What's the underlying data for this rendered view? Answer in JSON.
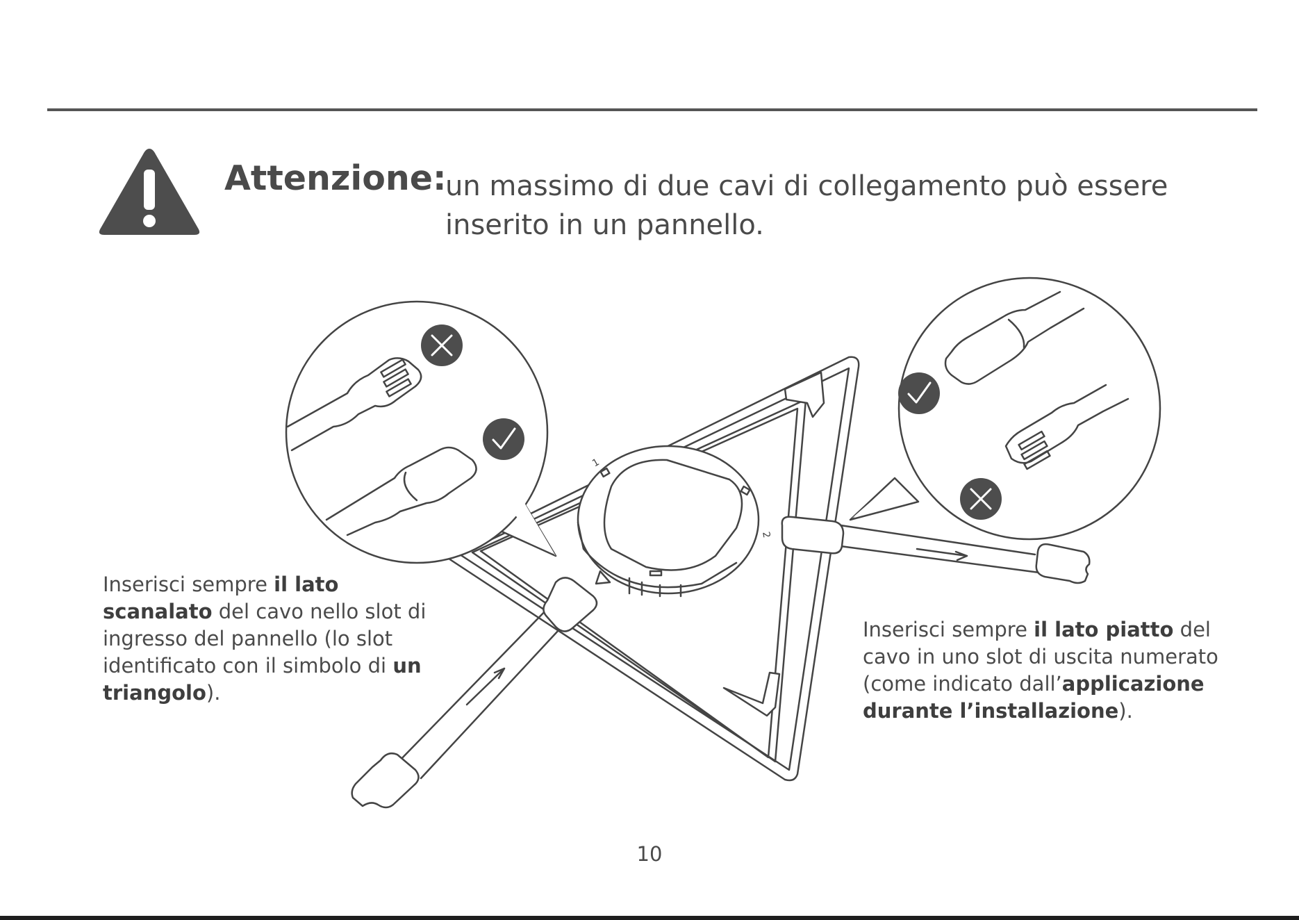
{
  "warning": {
    "title": "Attenzione:",
    "text": "un massimo di due cavi di collegamento può essere inserito in un pannello.",
    "icon": "warning-triangle-icon"
  },
  "notes": {
    "left": {
      "t1": "Inserisci sempre ",
      "b1": "il lato scanalato",
      "t2": " del cavo nello slot di ingresso del pannello (lo slot identificato con il simbolo di ",
      "b2": "un triangolo",
      "t3": ")."
    },
    "right": {
      "t1": "Inserisci sempre ",
      "b1": "il lato piatto",
      "t2": " del cavo in uno slot di uscita numerato (come indicato dall’",
      "b2": "applicazione durante l’installazione",
      "t3": ")."
    }
  },
  "diagram": {
    "slot_labels": [
      "1",
      "2"
    ]
  },
  "page_number": "10",
  "colors": {
    "text": "#4a4a4a",
    "icon": "#4d4d4d",
    "line": "#555555"
  }
}
